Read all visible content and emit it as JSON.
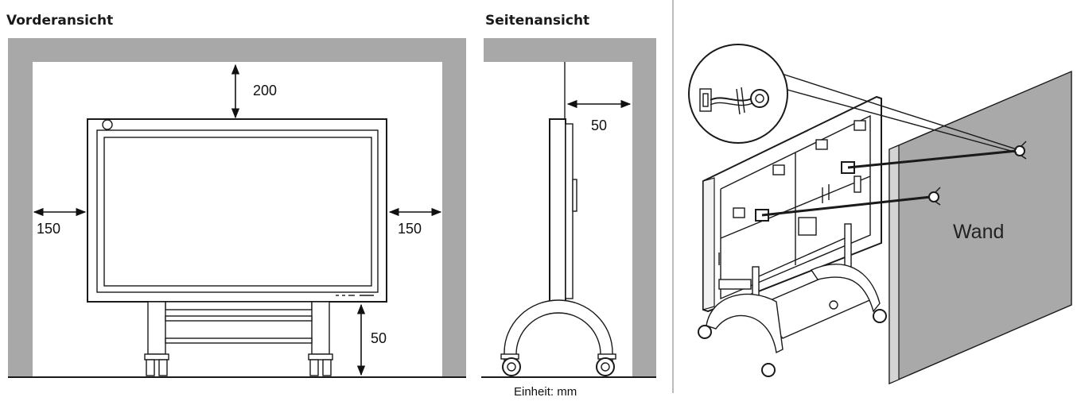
{
  "front_view": {
    "title": "Vorderansicht",
    "dim_top": "200",
    "dim_left": "150",
    "dim_right": "150",
    "dim_bottom": "50"
  },
  "side_view": {
    "title": "Seitenansicht",
    "dim_rear": "50",
    "unit_note": "Einheit: mm"
  },
  "perspective_view": {
    "wall_label": "Wand"
  },
  "colors": {
    "wall_gray": "#a8a8a8",
    "wall_panel_gray": "#a9a9a9",
    "line": "#1a1a1a"
  }
}
